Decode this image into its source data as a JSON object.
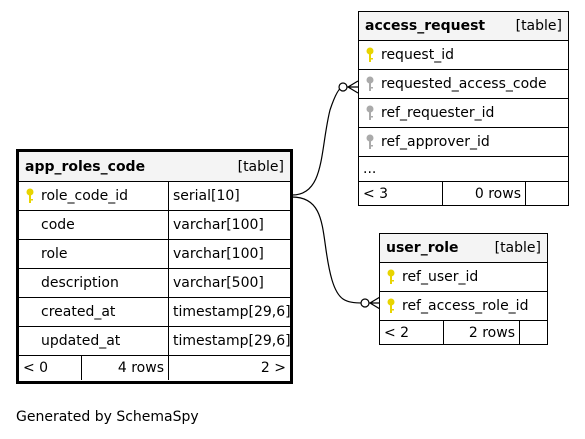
{
  "tables": {
    "access_request": {
      "name": "access_request",
      "type": "[table]",
      "columns": [
        {
          "name": "request_id",
          "key": "primary-key-icon"
        },
        {
          "name": "requested_access_code",
          "key": "foreign-key-icon"
        },
        {
          "name": "ref_requester_id",
          "key": "foreign-key-icon"
        },
        {
          "name": "ref_approver_id",
          "key": "foreign-key-icon"
        }
      ],
      "ellipsis": "...",
      "footer": {
        "left": "< 3",
        "middle": "0 rows",
        "right": ""
      }
    },
    "app_roles_code": {
      "name": "app_roles_code",
      "type": "[table]",
      "columns": [
        {
          "name": "role_code_id",
          "type": "serial[10]",
          "key": "primary-key-icon"
        },
        {
          "name": "code",
          "type": "varchar[100]"
        },
        {
          "name": "role",
          "type": "varchar[100]"
        },
        {
          "name": "description",
          "type": "varchar[500]"
        },
        {
          "name": "created_at",
          "type": "timestamp[29,6]"
        },
        {
          "name": "updated_at",
          "type": "timestamp[29,6]"
        }
      ],
      "footer": {
        "left": "< 0",
        "middle": "4 rows",
        "right": "2 >"
      }
    },
    "user_role": {
      "name": "user_role",
      "type": "[table]",
      "columns": [
        {
          "name": "ref_user_id",
          "key": "primary-key-icon"
        },
        {
          "name": "ref_access_role_id",
          "key": "primary-key-icon"
        }
      ],
      "footer": {
        "left": "< 2",
        "middle": "2 rows",
        "right": ""
      }
    }
  },
  "colors": {
    "primary_key": "#e8d400",
    "foreign_key": "#aaaaaa",
    "header_bg": "#f4f4f4"
  },
  "footer_note": "Generated by SchemaSpy"
}
